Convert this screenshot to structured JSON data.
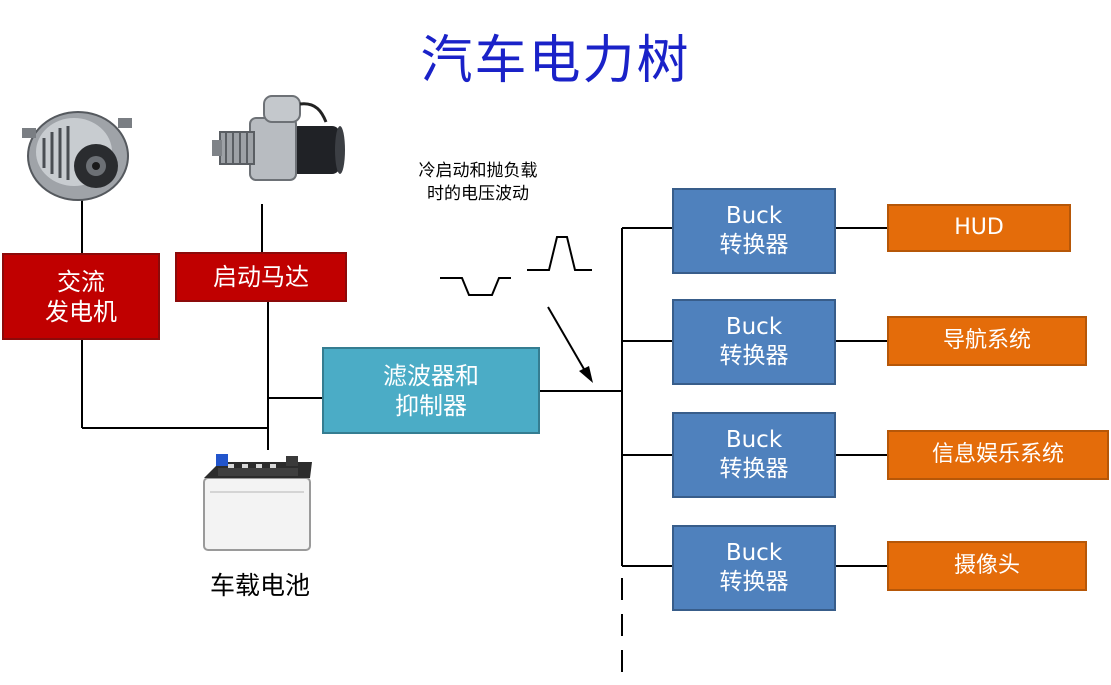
{
  "title": "汽车电力树",
  "alternator": {
    "label": "交流\n发电机"
  },
  "starter": {
    "label": "启动马达"
  },
  "filter": {
    "label": "滤波器和\n抑制器"
  },
  "battery": {
    "label": "车载电池"
  },
  "note": {
    "text": "冷启动和抛负载\n时的电压波动"
  },
  "converters": [
    {
      "label": "Buck\n转换器"
    },
    {
      "label": "Buck\n转换器"
    },
    {
      "label": "Buck\n转换器"
    },
    {
      "label": "Buck\n转换器"
    }
  ],
  "loads": [
    {
      "label": "HUD"
    },
    {
      "label": "导航系统"
    },
    {
      "label": "信息娱乐系统"
    },
    {
      "label": "摄像头"
    }
  ],
  "colors": {
    "title": "#1a22c8",
    "source_box": "#c00000",
    "filter_box": "#4bacc6",
    "converter_box": "#4f81bd",
    "load_box": "#e46c0a"
  }
}
